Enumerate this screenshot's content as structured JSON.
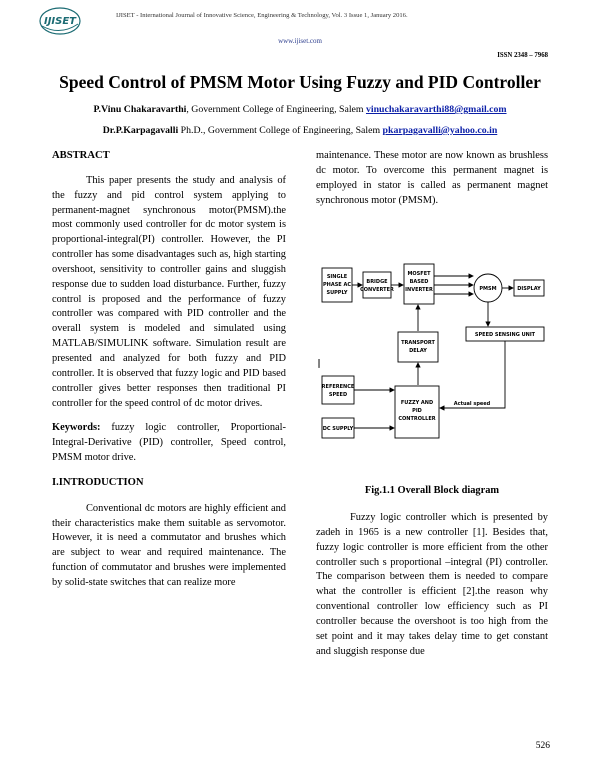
{
  "header": {
    "logo_text": "IJISET",
    "journal": "IJISET - International Journal of Innovative Science, Engineering & Technology, Vol. 3 Issue 1, January 2016.",
    "url": "www.ijiset.com",
    "issn": "ISSN 2348 – 7968"
  },
  "title": "Speed Control of PMSM Motor Using Fuzzy and PID Controller",
  "authors": [
    {
      "name": "P.Vinu Chakaravarthi",
      "affiliation": ", Government College of Engineering, Salem ",
      "email": "vinuchakaravarthi88@gmail.com"
    },
    {
      "name": "Dr.P.Karpagavalli",
      "affiliation": " Ph.D., Government College of Engineering, Salem ",
      "email": "pkarpagavalli@yahoo.co.in"
    }
  ],
  "abstract": {
    "heading": "ABSTRACT",
    "text": "This paper presents the study and analysis of  the fuzzy and pid control system applying to permanent-magnet synchronous motor(PMSM).the most commonly used controller for dc motor system is proportional-integral(PI) controller. However, the PI controller has some disadvantages such as, high starting overshoot, sensitivity to controller gains and sluggish response due to sudden load disturbance. Further, fuzzy control is proposed and the performance of fuzzy controller was compared with PID controller and the overall system is modeled and simulated using MATLAB/SIMULINK software. Simulation result are presented and analyzed for both fuzzy and PID controller. It is observed that fuzzy logic and PID based controller gives better responses then traditional PI controller for the speed control of dc motor drives."
  },
  "keywords": {
    "label": "Keywords:",
    "text": " fuzzy logic controller, Proportional-Integral-Derivative (PID) controller, Speed control, PMSM motor drive."
  },
  "introduction": {
    "heading": "I.INTRODUCTION",
    "text": "Conventional dc motors are highly efficient and their characteristics make them suitable as servomotor. However, it is need a commutator and brushes which are subject to wear and required maintenance. The function of commutator and brushes were implemented by solid-state switches that can realize more"
  },
  "right_top_text": "maintenance. These motor are now known as brushless dc motor. To overcome this permanent magnet is employed in stator is called as permanent magnet synchronous motor (PMSM).",
  "figure": {
    "caption": "Fig.1.1 Overall Block diagram",
    "blocks": {
      "supply": [
        "SINGLE",
        "PHASE AC",
        "SUPPLY"
      ],
      "bridge": [
        "BRIDGE",
        "CONVERTER"
      ],
      "mosfet": [
        "MOSFET",
        "BASED",
        "INVERTER"
      ],
      "pmsm": "PMSM",
      "display": "DISPLAY",
      "speed_sensing": "SPEED SENSING UNIT",
      "transport": [
        "TRANSPORT",
        "DELAY"
      ],
      "reference": [
        "REFERENCE",
        "SPEED"
      ],
      "controller": [
        "FUZZY AND",
        "PID",
        "CONTROLLER"
      ],
      "dc_supply": "DC SUPPLY",
      "actual_speed": "Actual speed",
      "marker": "|"
    }
  },
  "right_bottom_text": "Fuzzy logic controller which is presented by zadeh in 1965 is a new controller [1]. Besides that, fuzzy logic controller is more efficient from the other controller such s proportional –integral (PI) controller. The comparison between them is needed to compare what the controller is efficient [2].the reason why conventional controller low efficiency such as PI controller because the overshoot is too high from the set point and it may takes delay time to get constant and sluggish response due",
  "page_number": "526"
}
